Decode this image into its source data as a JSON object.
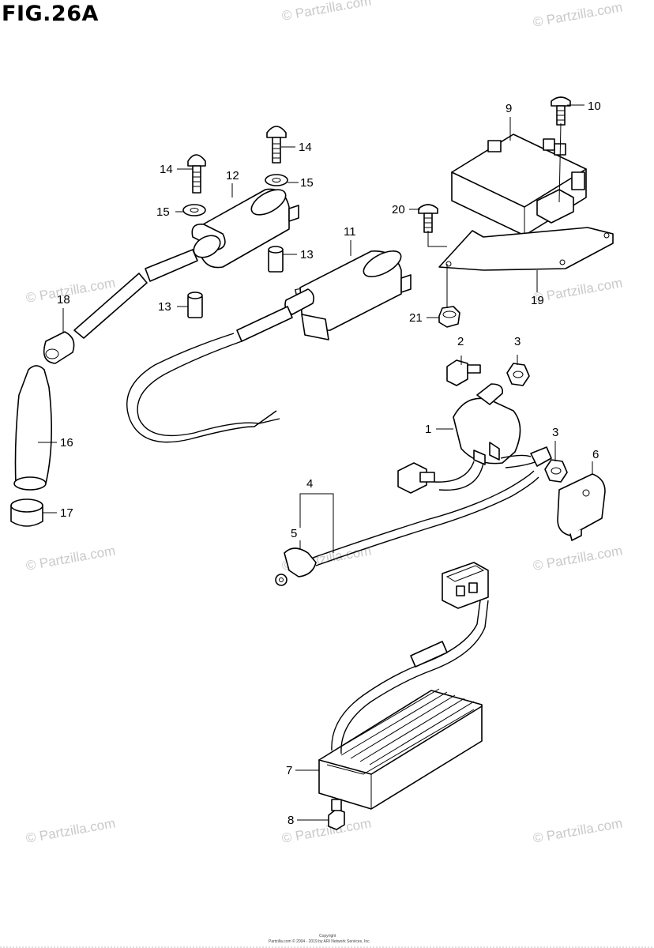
{
  "title": "FIG.26A",
  "watermark": "© Partzilla.com",
  "watermark_center": "Partzilla.com",
  "copyright_line1": "Copyright",
  "copyright_line2": "Partzilla.com © 2004 - 2019 by ARI Network Services, Inc.",
  "callouts": [
    "1",
    "2",
    "3",
    "3",
    "4",
    "5",
    "6",
    "7",
    "8",
    "9",
    "10",
    "11",
    "12",
    "13",
    "13",
    "14",
    "14",
    "15",
    "15",
    "16",
    "17",
    "18",
    "19",
    "20",
    "21"
  ]
}
